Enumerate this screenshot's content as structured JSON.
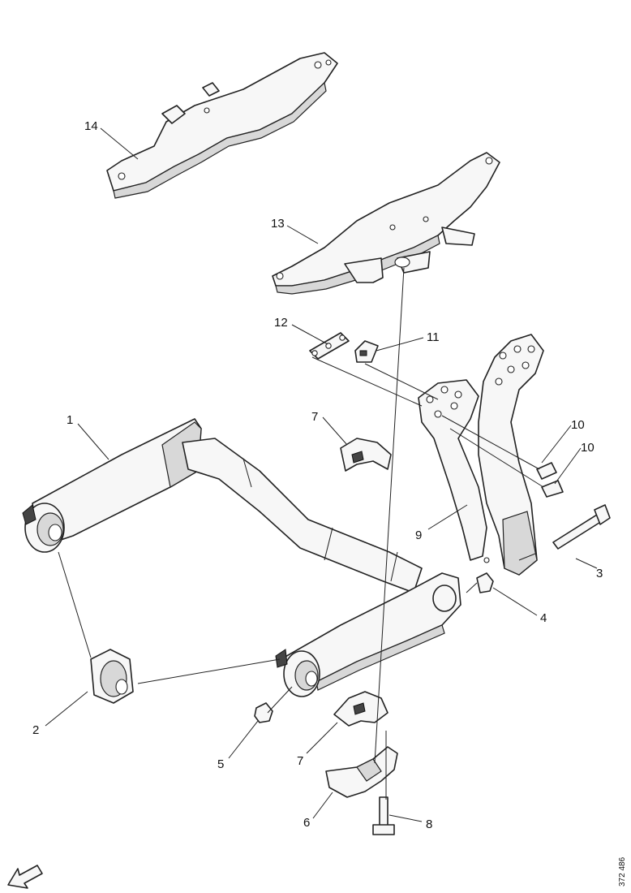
{
  "callouts": {
    "c1": "1",
    "c2": "2",
    "c3": "3",
    "c4": "4",
    "c5": "5",
    "c6": "6",
    "c7a": "7",
    "c7b": "7",
    "c8": "8",
    "c9": "9",
    "c10a": "10",
    "c10b": "10",
    "c11": "11",
    "c12": "12",
    "c13": "13",
    "c14": "14"
  },
  "reference_code": "372 486",
  "orientation_icon": "front-direction-arrow-icon"
}
